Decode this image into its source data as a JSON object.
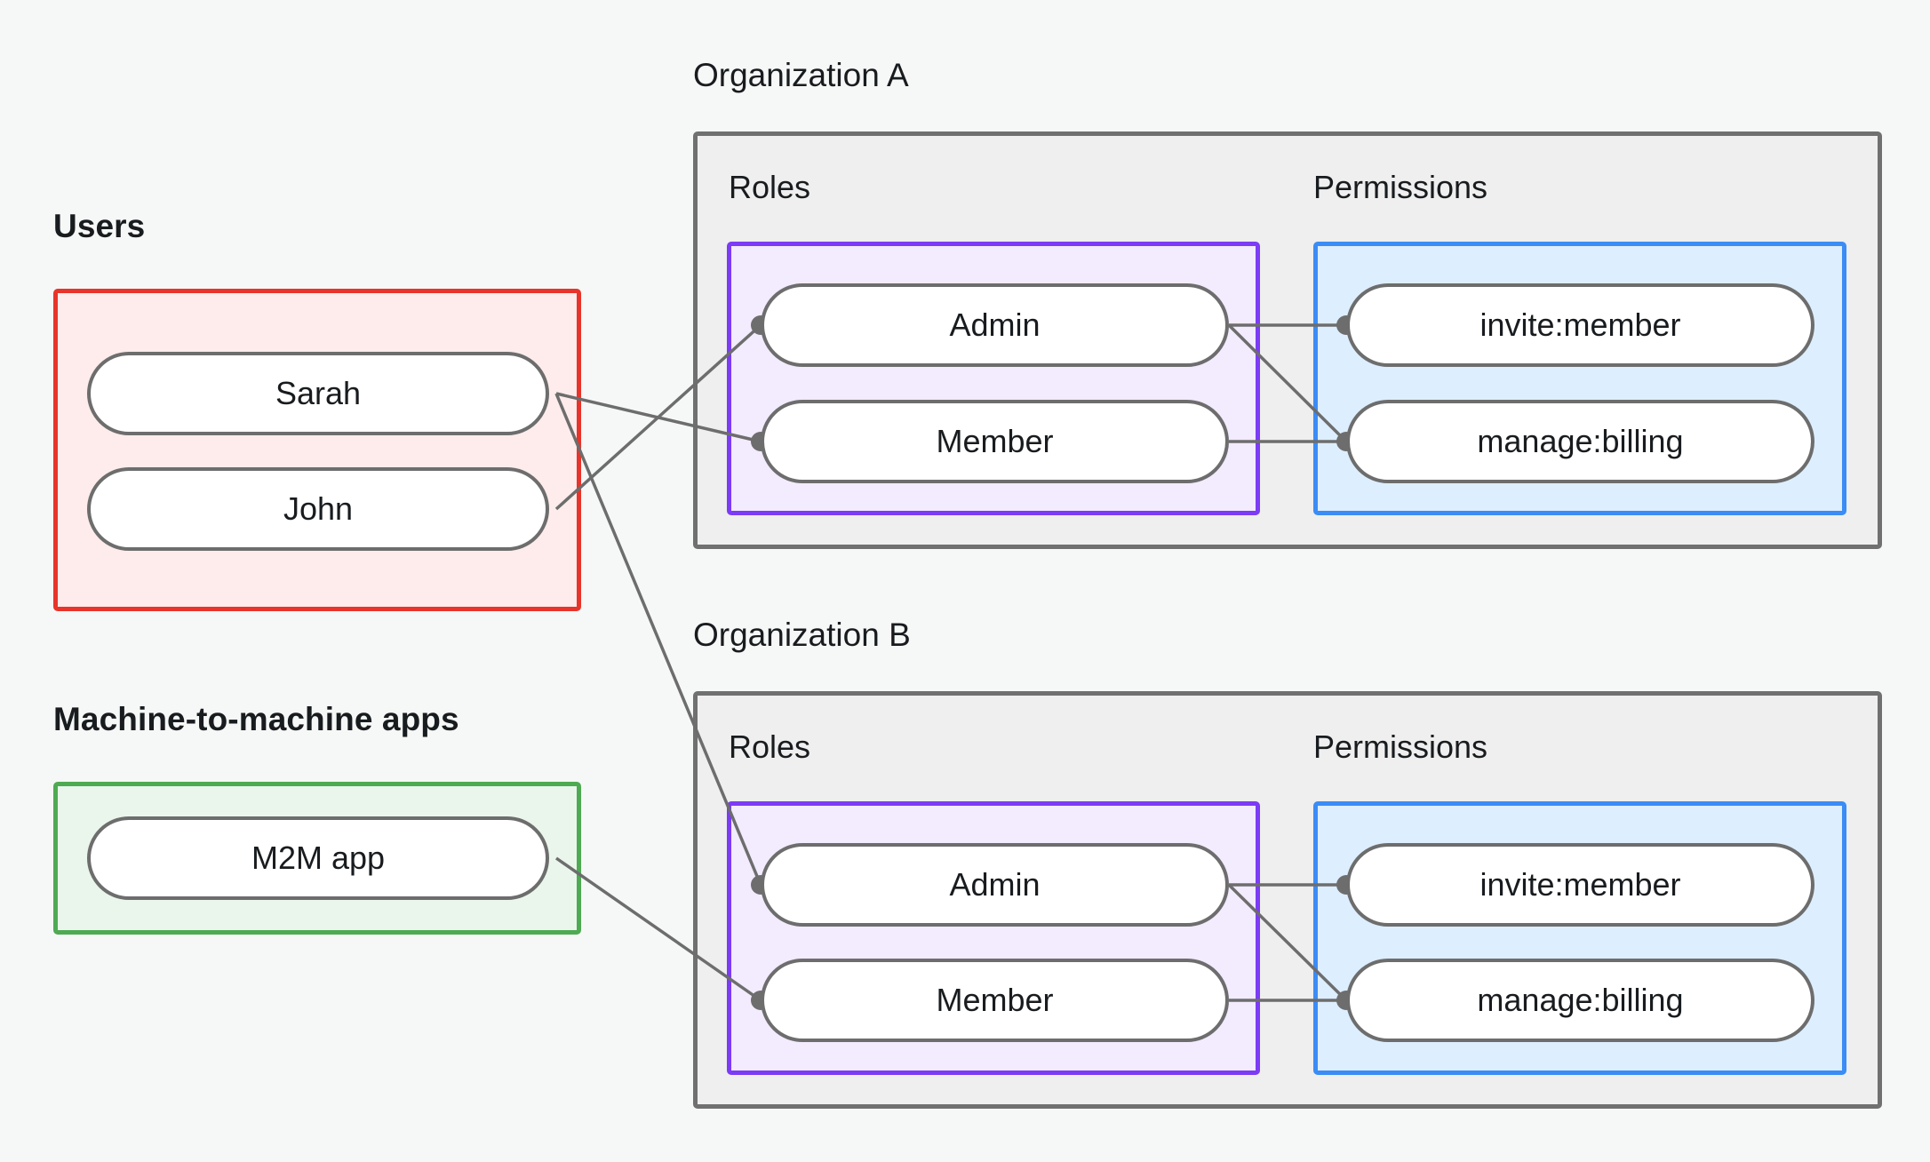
{
  "diagram": {
    "title_groups": {
      "users": "Users",
      "m2m": "Machine-to-machine apps",
      "org_a": "Organization A",
      "org_b": "Organization B"
    },
    "panel_labels": {
      "roles": "Roles",
      "permissions": "Permissions"
    },
    "users": [
      {
        "id": "sarah",
        "label": "Sarah"
      },
      {
        "id": "john",
        "label": "John"
      }
    ],
    "m2m_apps": [
      {
        "id": "m2m-app",
        "label": "M2M app"
      }
    ],
    "organizations": [
      {
        "id": "org-a",
        "name": "Organization A",
        "roles_label": "Roles",
        "permissions_label": "Permissions",
        "roles": [
          {
            "id": "org-a-admin",
            "label": "Admin"
          },
          {
            "id": "org-a-member",
            "label": "Member"
          }
        ],
        "permissions": [
          {
            "id": "org-a-invite-member",
            "label": "invite:member"
          },
          {
            "id": "org-a-manage-billing",
            "label": "manage:billing"
          }
        ]
      },
      {
        "id": "org-b",
        "name": "Organization B",
        "roles_label": "Roles",
        "permissions_label": "Permissions",
        "roles": [
          {
            "id": "org-b-admin",
            "label": "Admin"
          },
          {
            "id": "org-b-member",
            "label": "Member"
          }
        ],
        "permissions": [
          {
            "id": "org-b-invite-member",
            "label": "invite:member"
          },
          {
            "id": "org-b-manage-billing",
            "label": "manage:billing"
          }
        ]
      }
    ],
    "connections": [
      {
        "from": "sarah",
        "to": "org-a-member"
      },
      {
        "from": "sarah",
        "to": "org-b-admin"
      },
      {
        "from": "john",
        "to": "org-a-admin"
      },
      {
        "from": "org-a-admin",
        "to": "org-a-invite-member"
      },
      {
        "from": "org-a-admin",
        "to": "org-a-manage-billing"
      },
      {
        "from": "org-a-member",
        "to": "org-a-manage-billing"
      },
      {
        "from": "m2m-app",
        "to": "org-b-member"
      },
      {
        "from": "org-b-admin",
        "to": "org-b-invite-member"
      },
      {
        "from": "org-b-admin",
        "to": "org-b-manage-billing"
      },
      {
        "from": "org-b-member",
        "to": "org-b-manage-billing"
      }
    ],
    "colors": {
      "background": "#f6f8f7",
      "users_border": "#e8342a",
      "users_fill": "#fdeceb",
      "m2m_border": "#4eaa53",
      "m2m_fill": "#eaf6ec",
      "org_border": "#707070",
      "org_fill": "#eeefee",
      "roles_border": "#7c3bf5",
      "roles_fill": "#f3ebfe",
      "permissions_border": "#3b8cf5",
      "permissions_fill": "#ddeeff",
      "node_border": "#6d6d6d",
      "node_fill": "#ffffff",
      "edge": "#6d6d6d",
      "text": "#191c1f"
    }
  }
}
